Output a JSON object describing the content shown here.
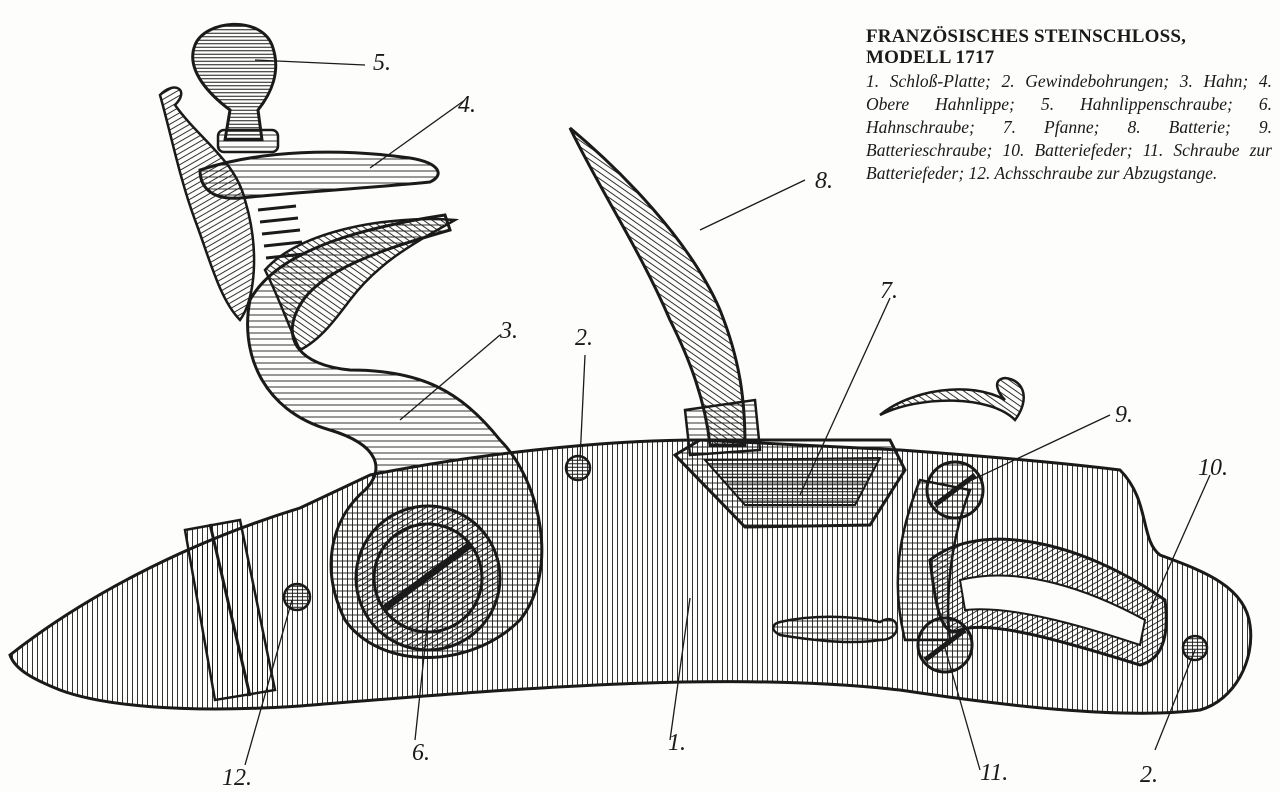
{
  "caption": {
    "title_line1": "FRANZÖSISCHES STEINSCHLOSS,",
    "title_line2": "MODELL 1717",
    "legend_text": "1. Schloß-Platte; 2. Gewindebohrungen; 3. Hahn; 4. Obere Hahnlippe; 5. Hahnlippenschraube; 6. Hahnschraube; 7. Pfanne; 8. Batterie; 9. Batterieschraube; 10. Batteriefeder; 11. Schraube zur Batteriefeder; 12. Achsschraube zur Abzugstange."
  },
  "callouts": [
    {
      "id": "1",
      "label": "1."
    },
    {
      "id": "2a",
      "label": "2."
    },
    {
      "id": "2b",
      "label": "2."
    },
    {
      "id": "3",
      "label": "3."
    },
    {
      "id": "4",
      "label": "4."
    },
    {
      "id": "5",
      "label": "5."
    },
    {
      "id": "6",
      "label": "6."
    },
    {
      "id": "7",
      "label": "7."
    },
    {
      "id": "8",
      "label": "8."
    },
    {
      "id": "9",
      "label": "9."
    },
    {
      "id": "10",
      "label": "10."
    },
    {
      "id": "11",
      "label": "11."
    },
    {
      "id": "12",
      "label": "12."
    }
  ],
  "colors": {
    "ink": "#1a1a1a",
    "paper": "#fdfdfc"
  }
}
